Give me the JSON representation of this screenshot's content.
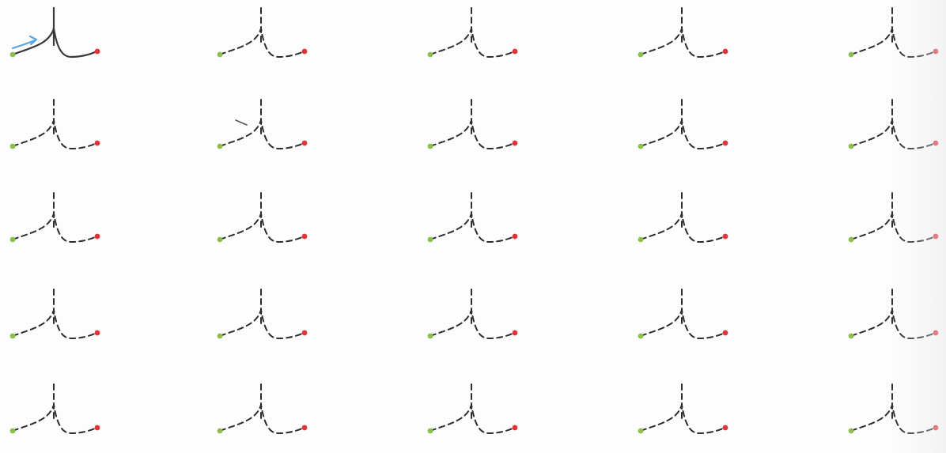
{
  "worksheet": {
    "rows": 5,
    "columns": 5,
    "template_stroke": "solid",
    "practice_stroke": "dashed"
  },
  "colors": {
    "background": "#fdfdfd",
    "stroke_solid": "#3a3a3a",
    "stroke_dashed": "#2e2e2e",
    "start_dot": "#8cc04a",
    "end_dot": "#e0343a",
    "direction_arrow": "#5aa6dd"
  },
  "icons": {
    "start": "green-start-dot-icon",
    "end": "red-end-dot-icon",
    "direction": "blue-direction-arrow-icon"
  }
}
